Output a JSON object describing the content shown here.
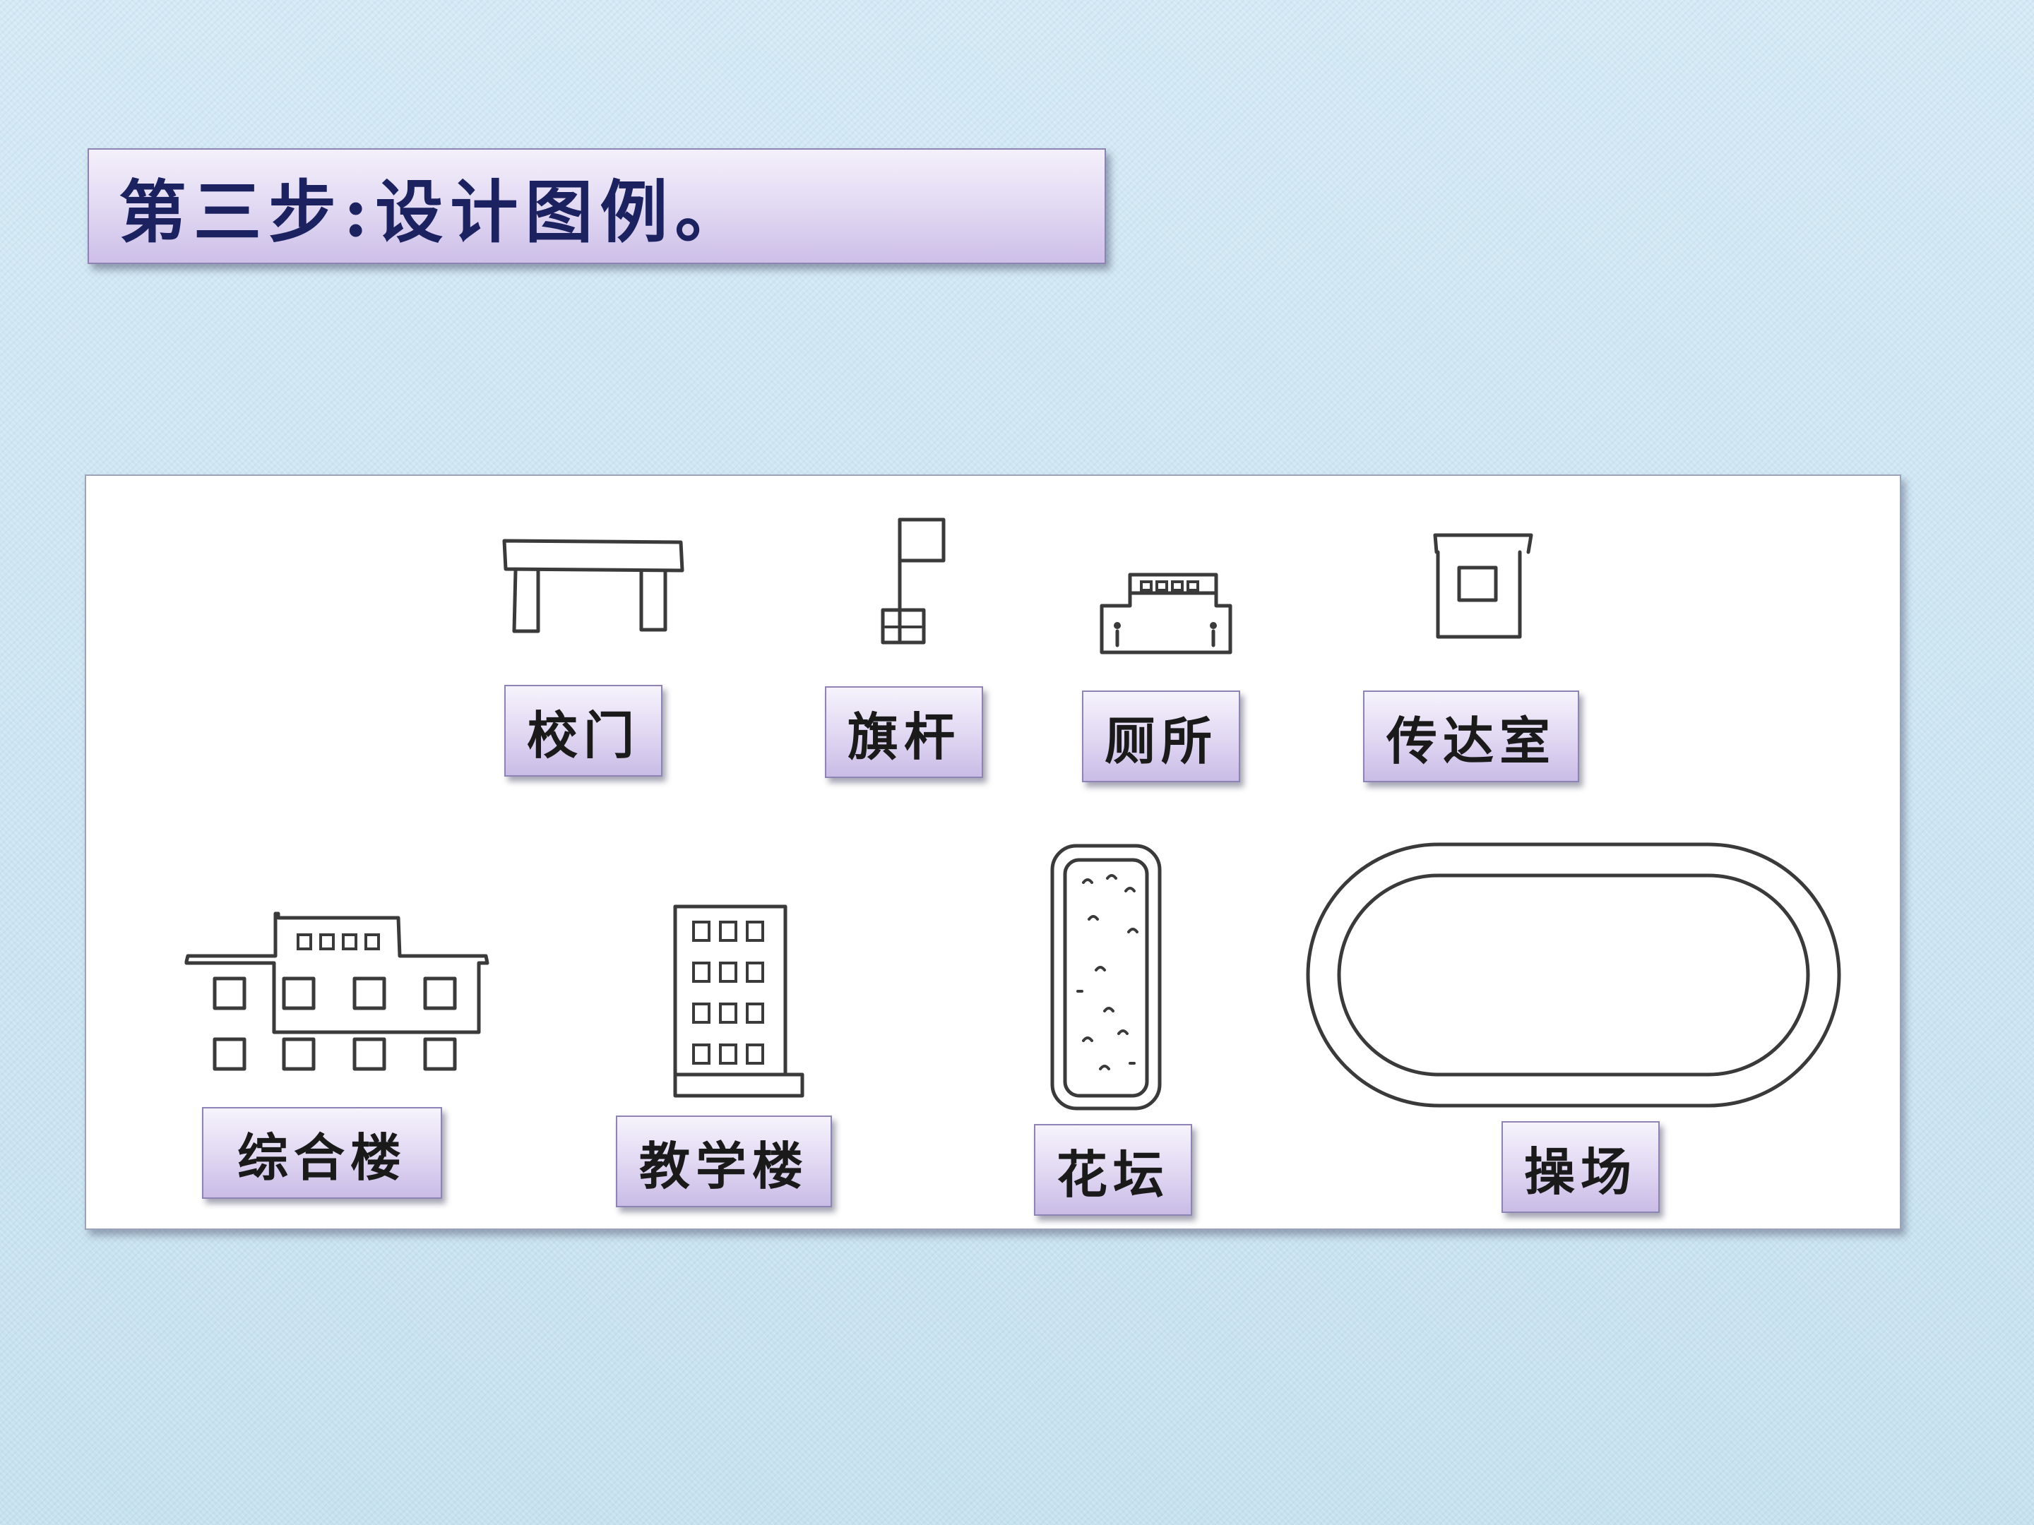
{
  "title": "第三步:设计图例。",
  "legend": {
    "items": [
      {
        "key": "school-gate",
        "label": "校门"
      },
      {
        "key": "flagpole",
        "label": "旗杆"
      },
      {
        "key": "toilet",
        "label": "厕所"
      },
      {
        "key": "reception-room",
        "label": "传达室"
      },
      {
        "key": "complex-building",
        "label": "综合楼"
      },
      {
        "key": "teaching-building",
        "label": "教学楼"
      },
      {
        "key": "flower-bed",
        "label": "花坛"
      },
      {
        "key": "playground",
        "label": "操场"
      }
    ]
  },
  "colors": {
    "background": "#cfe6f2",
    "banner_top": "#f4f0fb",
    "banner_bottom": "#cdbfe8",
    "title_text": "#1c2260",
    "symbol_stroke": "#3a3a3a"
  }
}
